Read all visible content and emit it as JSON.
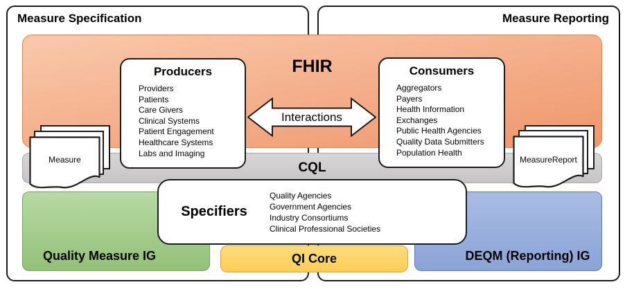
{
  "panels": {
    "left_title": "Measure Specification",
    "right_title": "Measure Reporting"
  },
  "fhir": {
    "label": "FHIR",
    "interactions_label": "Interactions"
  },
  "cql": {
    "label": "CQL"
  },
  "producers": {
    "title": "Producers",
    "items": [
      "Providers",
      "Patients",
      "Care Givers",
      "Clinical Systems",
      "Patient Engagement",
      "Healthcare Systems",
      "Labs and Imaging"
    ]
  },
  "consumers": {
    "title": "Consumers",
    "items": [
      "Aggregators",
      "Payers",
      "Health Information",
      "Exchanges",
      "Public Health Agencies",
      "Quality Data Submitters",
      "Population Health"
    ]
  },
  "specifiers": {
    "title": "Specifiers",
    "items": [
      "Quality Agencies",
      "Government Agencies",
      "Industry Consortiums",
      "Clinical Professional Societies"
    ]
  },
  "documents": {
    "left_label": "Measure",
    "right_label": "MeasureReport"
  },
  "bottom_boxes": {
    "left": "Quality Measure IG",
    "middle": "QI Core",
    "right": "DEQM (Reporting) IG"
  },
  "colors": {
    "orange_fill_top": "#F9C9AC",
    "orange_fill_bottom": "#EF966B",
    "orange_border": "#ED7D31",
    "gray_fill": "#D0CECE",
    "green_fill": "#A9D18E",
    "green_border": "#6FA850",
    "gold_fill": "#FCD566",
    "gold_border": "#DBA23C",
    "blue_fill": "#8FAADC",
    "blue_border": "#5A78C0"
  }
}
